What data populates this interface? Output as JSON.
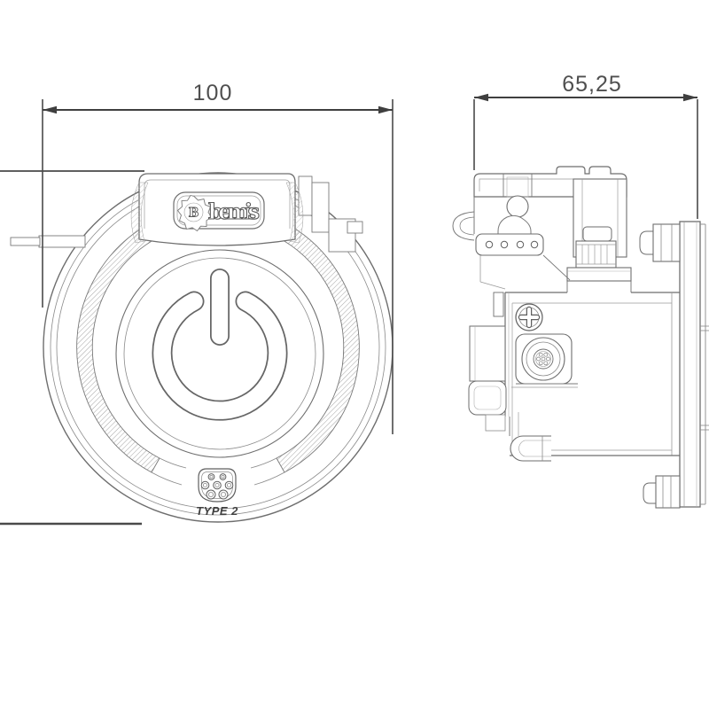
{
  "drawing": {
    "front_view": {
      "width_dimension": "100",
      "brand_emblem_letter": "B",
      "brand_name": "bemis",
      "socket_type_label": "TYPE 2"
    },
    "side_view": {
      "width_dimension": "65,25"
    },
    "colors": {
      "background": "#ffffff",
      "outline": "#6e6e6e",
      "light_outline": "#8a8a8a",
      "dimension_line": "#3f3f3f",
      "dimension_text": "#4f4f4f"
    },
    "icons": {
      "power": "power-icon",
      "type2_connector": "type2-connector-icon",
      "brand_emblem": "eight-point-star-icon"
    }
  }
}
